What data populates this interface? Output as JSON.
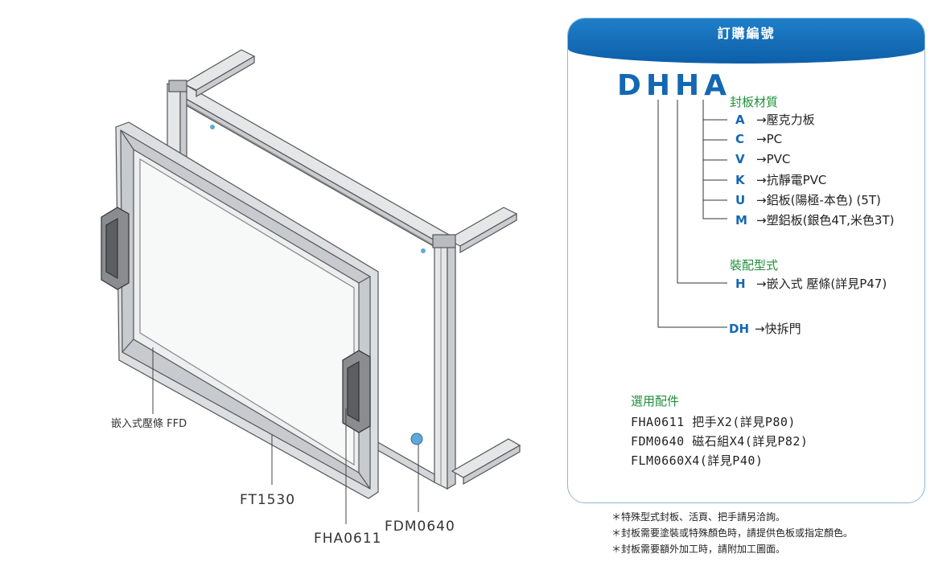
{
  "header": {
    "title": "訂購編號"
  },
  "order_code": {
    "code": "DHHA"
  },
  "categories": {
    "material": "封板材質",
    "assembly": "裝配型式"
  },
  "material_options": [
    {
      "letter": "A",
      "text": "→壓克力板"
    },
    {
      "letter": "C",
      "text": "→PC"
    },
    {
      "letter": "V",
      "text": "→PVC"
    },
    {
      "letter": "K",
      "text": "→抗靜電PVC"
    },
    {
      "letter": "U",
      "text": "→鋁板(陽極-本色) (5T)"
    },
    {
      "letter": "M",
      "text": "→塑鋁板(銀色4T,米色3T)"
    }
  ],
  "assembly_option": {
    "letter": "H",
    "text": "→嵌入式 壓條(詳見P47)"
  },
  "type_option": {
    "letter": "DH",
    "text": "→快拆門"
  },
  "optional_parts": {
    "title": "選用配件",
    "items": [
      "FHA0611 把手X2(詳見P80)",
      "FDM0640 磁石組X4(詳見P82)",
      "FLM0660X4(詳見P40)"
    ]
  },
  "notes": [
    "＊特殊型式封板、活頁、把手請另洽詢。",
    "＊封板需要塗裝或特殊顏色時，請提供色板或指定顏色。",
    "＊封板需要額外加工時，請附加工圖面。"
  ],
  "part_labels": {
    "ffd": "嵌入式壓條 FFD",
    "ft1530": "FT1530",
    "fha0611": "FHA0611",
    "fdm0640": "FDM0640"
  },
  "colors": {
    "accent_blue": "#1467b3",
    "header_blue": "#1a74c0",
    "category_green": "#1f8f3a",
    "card_border": "#8db6da"
  }
}
